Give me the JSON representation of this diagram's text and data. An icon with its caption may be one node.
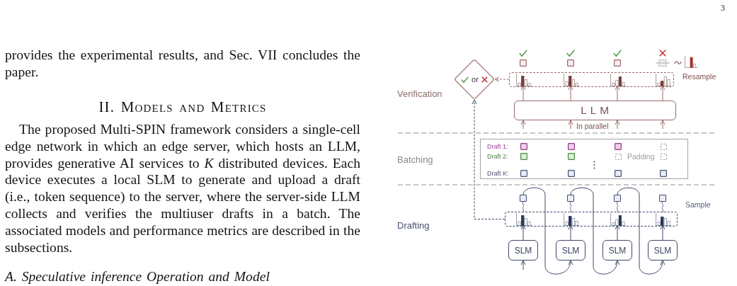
{
  "diagram": {
    "nodes": [
      {
        "text": [
          "or"
        ]
      },
      {
        "text": [],
        "shape": "box"
      },
      {
        "text": [],
        "shape": "picture",
        "in": 1
      },
      {
        "text": [],
        "shape": "picture",
        "in": 1
      },
      {
        "text": [],
        "shape": "picture",
        "in": 1
      },
      {
        "text": [],
        "shape": "picture",
        "in": 1
      },
      {
        "text": [
          "L L M"
        ]
      },
      {
        "text": [
          "Draft 1:",
          "Draft 2:",
          "Padding",
          "Draft *K*:"
        ]
      },
      {
        "text": [],
        "shape": "box"
      },
      {
        "text": [],
        "shape": "box"
      },
      {
        "text": [],
        "shape": "box"
      },
      {
        "text": [],
        "shape": "box"
      },
      {
        "text": [],
        "shape": "box"
      },
      {
        "text": [],
        "shape": "picture",
        "in": 12
      },
      {
        "text": [],
        "shape": "picture",
        "in": 12
      },
      {
        "text": [],
        "shape": "picture",
        "in": 12
      },
      {
        "text": [],
        "shape": "picture",
        "in": 12
      },
      {
        "text": [
          "SLM"
        ]
      },
      {
        "text": [
          "SLM"
        ]
      },
      {
        "text": [
          "SLM"
        ]
      },
      {
        "text": [
          "SLM"
        ]
      }
    ],
    "edges": [
      {
        "from": 1,
        "to": 0,
        "arrow": "to",
        "style": "dashed",
        "color": "#9a6a6a"
      },
      {
        "from": 12,
        "to": 0,
        "arrow": "to",
        "style": "dashed",
        "color": "#3f4a6b"
      },
      {
        "from": 6,
        "to": 2,
        "arrow": "to",
        "color": "#9a6a6a"
      },
      {
        "from": 6,
        "to": 3,
        "arrow": "to",
        "color": "#9a6a6a"
      },
      {
        "from": 6,
        "to": 4,
        "arrow": "to",
        "color": "#9a6a6a"
      },
      {
        "from": 6,
        "to": 5,
        "arrow": "to",
        "color": "#9a6a6a"
      },
      {
        "from": null,
        "to": 6,
        "arrow": "to",
        "color": "#9a6a6a"
      },
      {
        "from": null,
        "to": 6,
        "arrow": "to",
        "color": "#9a6a6a"
      },
      {
        "from": null,
        "to": 6,
        "arrow": "to",
        "color": "#9a6a6a"
      },
      {
        "from": null,
        "to": 6,
        "arrow": "to",
        "color": "#9a6a6a"
      },
      {
        "from": 17,
        "to": 13,
        "arrow": "to",
        "color": "#3f4a6b"
      },
      {
        "from": 18,
        "to": 14,
        "arrow": "to",
        "color": "#3f4a6b"
      },
      {
        "from": 19,
        "to": 15,
        "arrow": "to",
        "color": "#3f4a6b"
      },
      {
        "from": 20,
        "to": 16,
        "arrow": "to",
        "color": "#3f4a6b"
      },
      {
        "from": null,
        "to": 17,
        "arrow": "to",
        "color": "#3f4a6b"
      },
      {
        "from": 8,
        "to": 18,
        "arrow": "to",
        "color": "#3f4a6b"
      },
      {
        "from": 9,
        "to": 19,
        "arrow": "to",
        "color": "#3f4a6b"
      },
      {
        "from": 10,
        "to": 20,
        "arrow": "to",
        "color": "#3f4a6b"
      },
      {
        "from": 13,
        "to": 8,
        "arrow": "none",
        "color": "#6a7290"
      },
      {
        "from": 14,
        "to": 9,
        "arrow": "none",
        "color": "#6a7290"
      },
      {
        "from": 15,
        "to": 10,
        "arrow": "none",
        "color": "#6a7290"
      },
      {
        "from": 16,
        "to": 11,
        "arrow": "none",
        "color": "#6a7290"
      }
    ],
    "labels": [
      "3",
      "provides the experimental results, and Sec. VII concludes the paper.",
      "II. Models and Metrics",
      "The proposed Multi-SPIN framework considers a single-cell edge network in which an edge server, which hosts an LLM, provides generative AI services to *K* distributed devices. Each device executes a local SLM to generate and upload a draft (i.e., token sequence) to the server, where the server-side LLM collects and verifies the multiuser drafts in a batch. The associated models and performance metrics are described in the subsections.",
      "A. Speculative inference Operation and Model",
      "Verification",
      "Resample",
      "In parallel",
      "Batching",
      "Sample",
      "Drafting"
    ]
  }
}
